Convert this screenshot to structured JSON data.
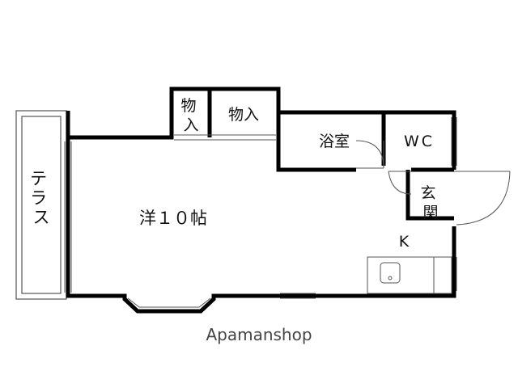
{
  "rooms": {
    "storage_small": "物\n入",
    "storage_large": "物入",
    "bath": "浴室",
    "toilet": "WC",
    "entrance": "玄\n関",
    "terrace": "テ\nラ\nス",
    "western_room": "洋１０帖",
    "kitchen": "K"
  },
  "watermark": "Apamanshop",
  "colors": {
    "wall": "#000000",
    "line": "#555555",
    "background": "#ffffff"
  }
}
